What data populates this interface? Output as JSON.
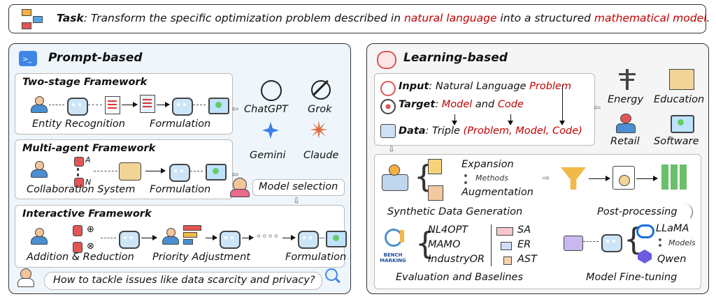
{
  "task": {
    "label": "Task",
    "text_1": ": Transform the specific optimization problem described in ",
    "hl_1": "natural language",
    "text_2": " into a structured ",
    "hl_2": "mathematical model",
    "text_3": "."
  },
  "prompt": {
    "title": "Prompt-based",
    "two_stage": {
      "title": "Two-stage Framework",
      "step1": "Entity Recognition",
      "step2": "Formulation"
    },
    "multi_agent": {
      "title": "Multi-agent Framework",
      "a": "A",
      "n": "N",
      "step1": "Collaboration System",
      "step2": "Formulation"
    },
    "interactive": {
      "title": "Interactive Framework",
      "step1": "Addition & Reduction",
      "step2": "Priority Adjustment",
      "step3": "Formulation"
    },
    "models": [
      "ChatGPT",
      "Grok",
      "Gemini",
      "Claude"
    ],
    "model_selection": "Model selection",
    "question": "How to tackle issues like data scarcity and privacy?"
  },
  "learning": {
    "title": "Learning-based",
    "input_label": "Input",
    "input_text": ": Natural Language ",
    "input_hl": "Problem",
    "target_label": "Target",
    "target_sep": ": ",
    "target_model": "Model",
    "target_and": " and ",
    "target_code": "Code",
    "data_label": "Data",
    "data_text": ": Triple ",
    "data_hl": "(Problem, Model, Code)",
    "domains": [
      "Energy",
      "Education",
      "Retail",
      "Software"
    ],
    "synthetic": {
      "expansion": "Expansion",
      "methods": "Methods",
      "augmentation": "Augmentation",
      "label": "Synthetic Data Generation"
    },
    "post_processing": "Post-processing",
    "fine_tuning": {
      "llama": "LLaMA",
      "models": "Models",
      "qwen": "Qwen",
      "label": "Model Fine-tuning"
    },
    "evaluation": {
      "benchmarks": [
        "NL4OPT",
        "MAMO",
        "IndustryOR"
      ],
      "metrics": [
        "SA",
        "ER",
        "AST"
      ],
      "badge": "BENCH MARKING",
      "label": "Evaluation and Baselines"
    }
  },
  "colors": {
    "highlight": "#c00000",
    "panel_left": "#eef6fc",
    "panel_right": "#f5f5f5"
  }
}
